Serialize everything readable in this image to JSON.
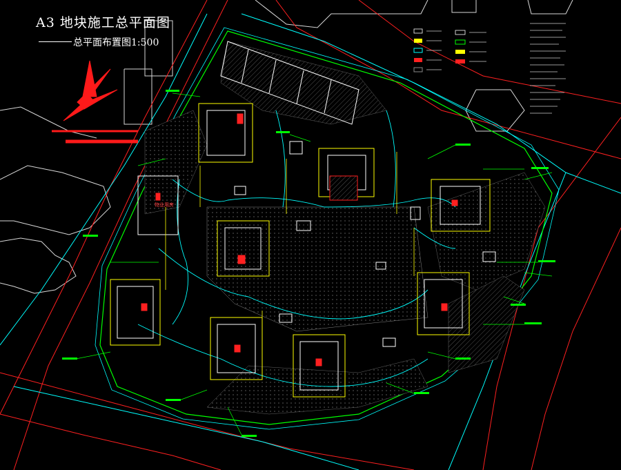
{
  "drawing": {
    "title": "A3 地块施工总平面图",
    "subtitle": "总平面布置图1:500"
  },
  "labels": {
    "west_building": "物业用房"
  }
}
